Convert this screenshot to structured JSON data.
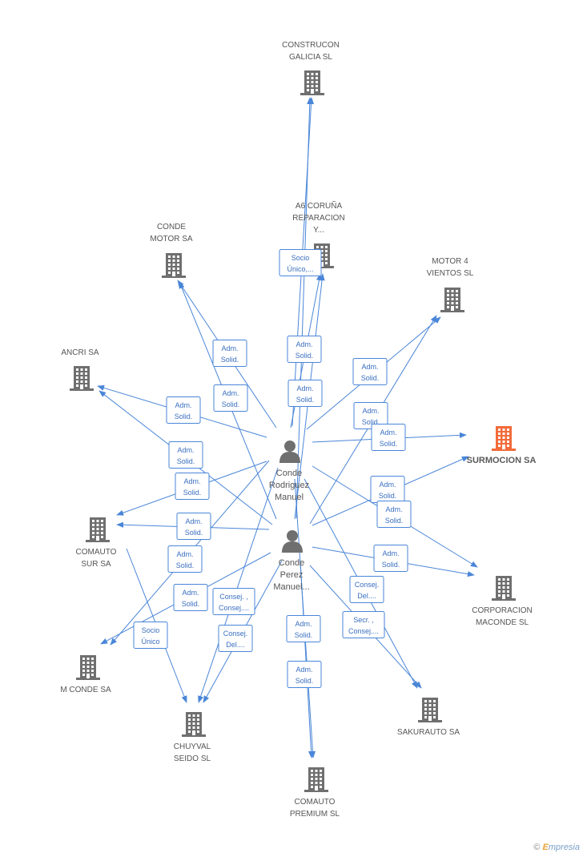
{
  "colors": {
    "edge": "#4a86d8",
    "building": "#6f6f6f",
    "highlight": "#f26b3a",
    "person": "#6f6f6f"
  },
  "nodes": {
    "construcon": {
      "label": [
        "CONSTRUCON",
        "GALICIA SL"
      ],
      "icon": "building-icon"
    },
    "a6coruna": {
      "label": [
        "A6 CORUÑA",
        "REPARACION",
        "Y..."
      ],
      "icon": "building-icon"
    },
    "condemotor": {
      "label": [
        "CONDE",
        "MOTOR SA"
      ],
      "icon": "building-icon"
    },
    "motor4": {
      "label": [
        "MOTOR 4",
        "VIENTOS SL"
      ],
      "icon": "building-icon"
    },
    "ancri": {
      "label": [
        "ANCRI SA"
      ],
      "icon": "building-icon"
    },
    "surmocion": {
      "label": [
        "SURMOCION SA"
      ],
      "icon": "building-icon",
      "highlight": true
    },
    "comautosur": {
      "label": [
        "COMAUTO",
        "SUR SA"
      ],
      "icon": "building-icon"
    },
    "corporacion": {
      "label": [
        "CORPORACION",
        "MACONDE SL"
      ],
      "icon": "building-icon"
    },
    "mconde": {
      "label": [
        "M CONDE SA"
      ],
      "icon": "building-icon"
    },
    "sakurauto": {
      "label": [
        "SAKURAUTO SA"
      ],
      "icon": "building-icon"
    },
    "chuyval": {
      "label": [
        "CHUYVAL",
        "SEIDO SL"
      ],
      "icon": "building-icon"
    },
    "comautopremium": {
      "label": [
        "COMAUTO",
        "PREMIUM SL"
      ],
      "icon": "building-icon"
    },
    "rodriguez": {
      "label": [
        "Conde",
        "Rodriguez",
        "Manuel"
      ],
      "icon": "person-icon"
    },
    "perez": {
      "label": [
        "Conde",
        "Perez",
        "Manuel..."
      ],
      "icon": "person-icon"
    }
  },
  "edges": [
    {
      "from": "rodriguez",
      "to": "construcon",
      "label": [
        "Adm.",
        "Solid."
      ]
    },
    {
      "from": "perez",
      "to": "construcon",
      "label": [
        "Adm.",
        "Solid."
      ]
    },
    {
      "from": "rodriguez",
      "to": "a6coruna",
      "label": [
        "Socio",
        "Único,..."
      ]
    },
    {
      "from": "perez",
      "to": "a6coruna",
      "label": []
    },
    {
      "from": "rodriguez",
      "to": "condemotor",
      "label": [
        "Adm.",
        "Solid."
      ]
    },
    {
      "from": "perez",
      "to": "condemotor",
      "label": [
        "Adm.",
        "Solid."
      ]
    },
    {
      "from": "rodriguez",
      "to": "motor4",
      "label": [
        "Adm.",
        "Solid."
      ]
    },
    {
      "from": "perez",
      "to": "motor4",
      "label": [
        "Adm.",
        "Solid."
      ]
    },
    {
      "from": "rodriguez",
      "to": "ancri",
      "label": [
        "Adm.",
        "Solid."
      ]
    },
    {
      "from": "perez",
      "to": "ancri",
      "label": [
        "Adm.",
        "Solid."
      ]
    },
    {
      "from": "rodriguez",
      "to": "surmocion",
      "label": [
        "Adm.",
        "Solid."
      ]
    },
    {
      "from": "perez",
      "to": "surmocion",
      "label": [
        "Adm.",
        "Solid."
      ]
    },
    {
      "from": "rodriguez",
      "to": "comautosur",
      "label": [
        "Adm.",
        "Solid."
      ]
    },
    {
      "from": "perez",
      "to": "comautosur",
      "label": [
        "Adm.",
        "Solid."
      ]
    },
    {
      "from": "rodriguez",
      "to": "corporacion",
      "label": [
        "Adm.",
        "Solid."
      ]
    },
    {
      "from": "perez",
      "to": "corporacion",
      "label": [
        "Adm.",
        "Solid."
      ]
    },
    {
      "from": "rodriguez",
      "to": "mconde",
      "label": [
        "Adm.",
        "Solid."
      ]
    },
    {
      "from": "perez",
      "to": "mconde",
      "label": [
        "Adm.",
        "Solid."
      ]
    },
    {
      "from": "rodriguez",
      "to": "sakurauto",
      "label": [
        "Consej.",
        "Del...."
      ]
    },
    {
      "from": "perez",
      "to": "sakurauto",
      "label": [
        "Secr. ,",
        "Consej...."
      ]
    },
    {
      "from": "rodriguez",
      "to": "chuyval",
      "label": [
        "Consej. ,",
        "Consej...."
      ]
    },
    {
      "from": "perez",
      "to": "chuyval",
      "label": [
        "Consej.",
        "Del...."
      ]
    },
    {
      "from": "comautosur",
      "to": "chuyval",
      "label": [
        "Socio",
        "Único"
      ]
    },
    {
      "from": "rodriguez",
      "to": "comautopremium",
      "label": [
        "Adm.",
        "Solid."
      ]
    },
    {
      "from": "perez",
      "to": "comautopremium",
      "label": [
        "Adm.",
        "Solid."
      ]
    }
  ],
  "footer": {
    "copyright_symbol": "©",
    "brand_first": "E",
    "brand_rest": "mpresia"
  }
}
